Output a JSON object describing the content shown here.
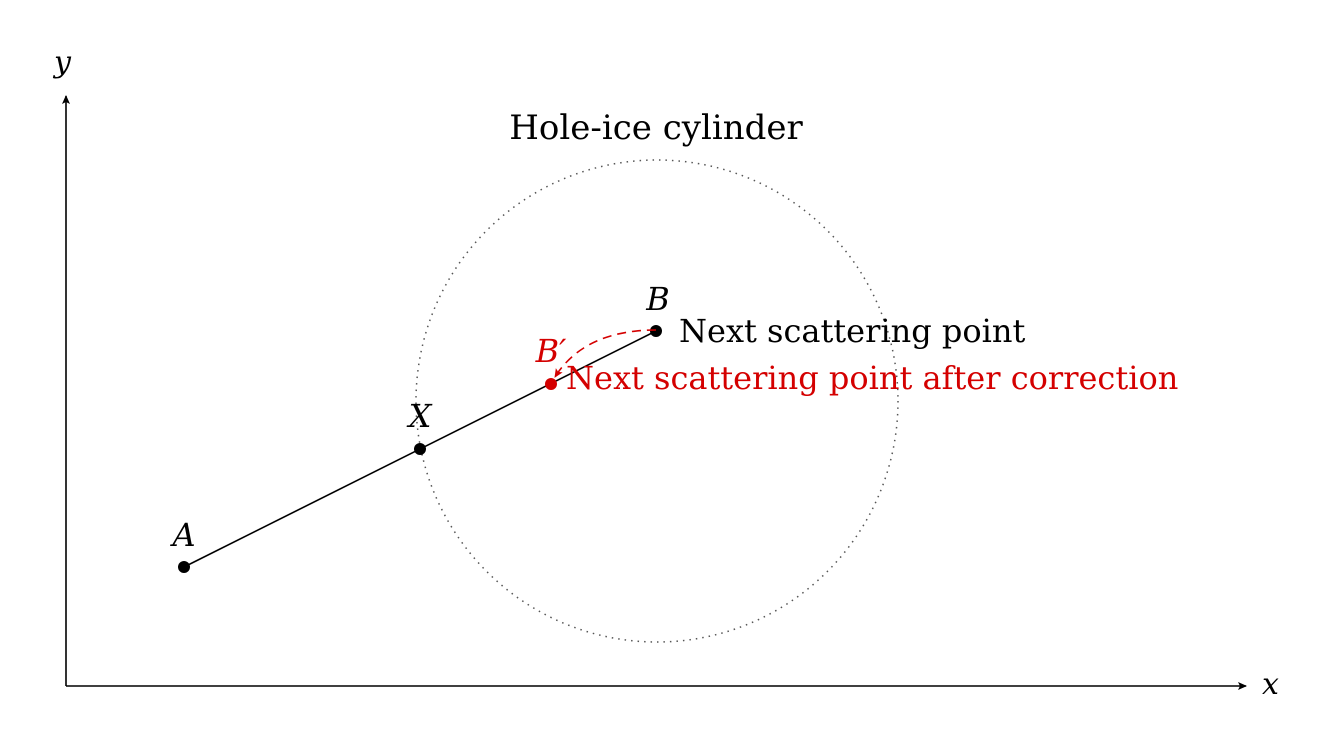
{
  "axes": {
    "x_label": "x",
    "y_label": "y"
  },
  "cylinder": {
    "label": "Hole-ice cylinder"
  },
  "points": {
    "a": {
      "label": "A"
    },
    "x": {
      "label": "X"
    },
    "b": {
      "label": "B",
      "description": "Next scattering point"
    },
    "b_prime": {
      "label": "B′",
      "description": "Next scattering point after correction"
    }
  },
  "colors": {
    "ink": "#000000",
    "correction": "#d40000",
    "cylinder_outline": "#555555"
  }
}
